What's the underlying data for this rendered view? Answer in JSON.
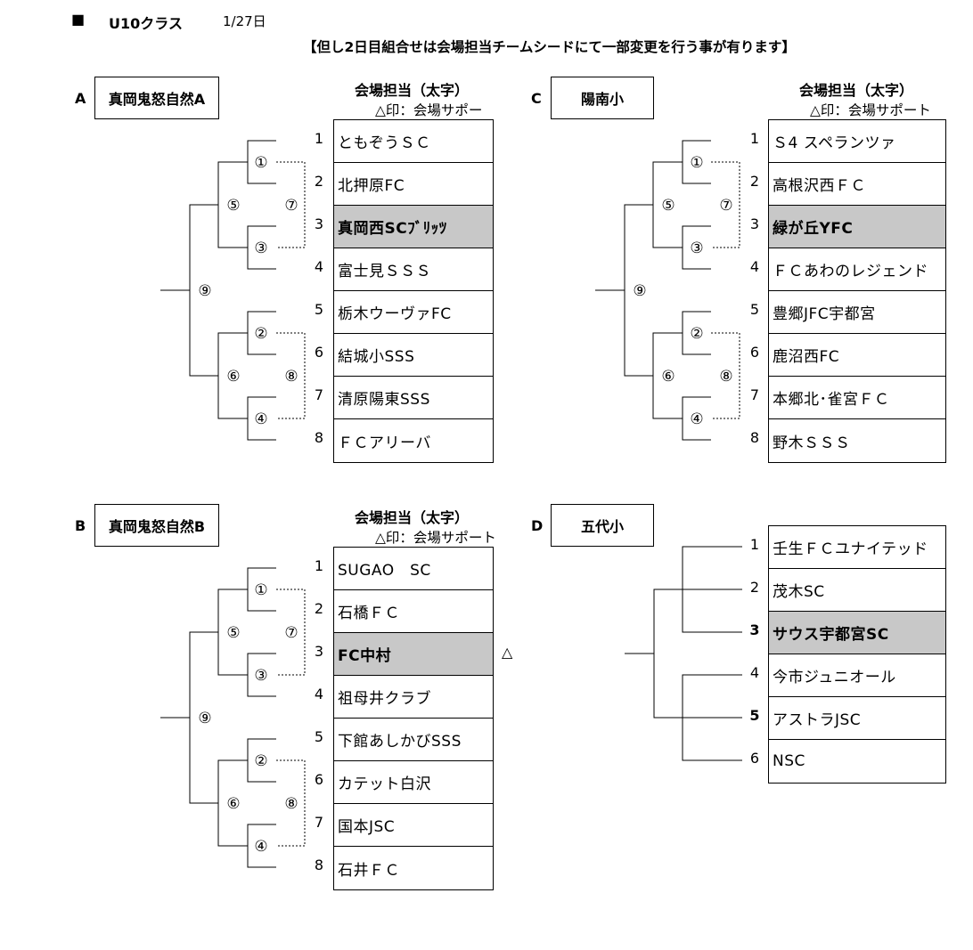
{
  "header": {
    "square": "■",
    "class_label": "U10クラス",
    "date": "1/27日",
    "note": "【但し2日目組合せは会場担当チームシードにて一部変更を行う事が有ります】"
  },
  "duty": {
    "title": "会場担当（太字）",
    "sub_a": "△印：会場サポー",
    "sub_full": "△印：会場サポート"
  },
  "circled": {
    "m1": "①",
    "m2": "②",
    "m3": "③",
    "m4": "④",
    "m5": "⑤",
    "m6": "⑥",
    "m7": "⑦",
    "m8": "⑧",
    "m9": "⑨"
  },
  "groups": {
    "A": {
      "letter": "A",
      "venue": "真岡鬼怒自然A",
      "numbers": [
        "1",
        "2",
        "3",
        "4",
        "5",
        "6",
        "7",
        "8"
      ],
      "teams": [
        "ともぞうＳＣ",
        "北押原FC",
        "真岡西SCﾌﾞﾘｯﾂ",
        "富士見ＳＳＳ",
        "栃木ウーヴァFC",
        "結城小SSS",
        "清原陽東SSS",
        "ＦＣアリーバ"
      ]
    },
    "B": {
      "letter": "B",
      "venue": "真岡鬼怒自然B",
      "numbers": [
        "1",
        "2",
        "3",
        "4",
        "5",
        "6",
        "7",
        "8"
      ],
      "teams": [
        "SUGAO　SC",
        "石橋ＦＣ",
        "FC中村",
        "祖母井クラブ",
        "下館あしかびSSS",
        "カテット白沢",
        "国本JSC",
        "石井ＦＣ"
      ],
      "support_mark": "△"
    },
    "C": {
      "letter": "C",
      "venue": "陽南小",
      "numbers": [
        "1",
        "2",
        "3",
        "4",
        "5",
        "6",
        "7",
        "8"
      ],
      "teams": [
        "Ｓ4 スペランツァ",
        "高根沢西ＦＣ",
        "緑が丘YFC",
        "ＦＣあわのレジェンド",
        "豊郷JFC宇都宮",
        "鹿沼西FC",
        "本郷北･雀宮ＦＣ",
        "野木ＳＳＳ"
      ]
    },
    "D": {
      "letter": "D",
      "venue": "五代小",
      "numbers": [
        "1",
        "2",
        "3",
        "4",
        "5",
        "6"
      ],
      "teams": [
        "壬生ＦＣユナイテッド",
        "茂木SC",
        "サウス宇都宮SC",
        "今市ジュニオール",
        "アストラJSC",
        "NSC"
      ]
    }
  }
}
